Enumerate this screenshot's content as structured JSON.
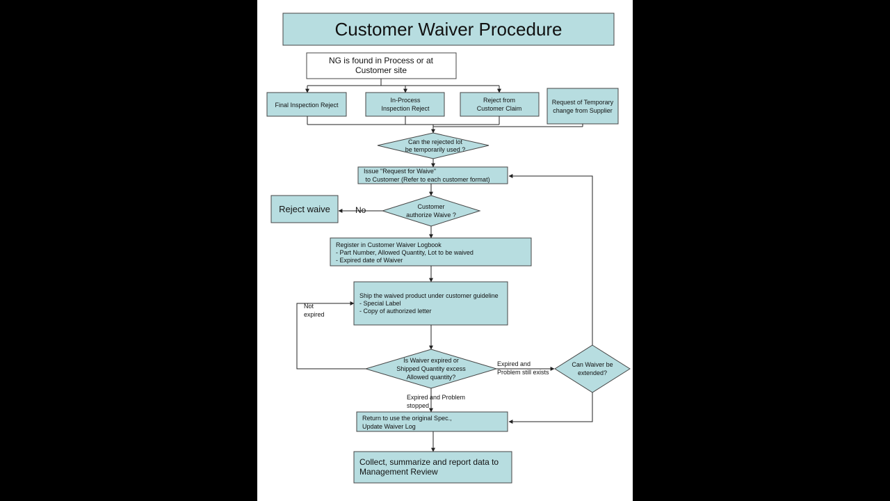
{
  "title": "Customer Waiver Procedure",
  "nodes": {
    "start": [
      "NG is found in Process or at",
      "Customer site"
    ],
    "final_inspection": [
      "Final Inspection Reject"
    ],
    "in_process": [
      "In-Process",
      "Inspection Reject"
    ],
    "customer_claim": [
      "Reject from",
      "Customer Claim"
    ],
    "temporary_change": [
      "Request of Temporary",
      "change from Supplier"
    ],
    "can_use": [
      "Can the rejected lot",
      "be temporarily used ?"
    ],
    "issue_request": [
      "Issue \"Request for Waive\"",
      " to Customer (Refer to each customer format)"
    ],
    "authorize": [
      "Customer",
      "authorize Waive ?"
    ],
    "reject_waive": [
      "Reject waive"
    ],
    "register": [
      "Register in Customer Waiver Logbook",
      "- Part Number, Allowed Quantity, Lot to be waived",
      "- Expired date of Waiver"
    ],
    "ship": [
      "Ship the waived product under customer guideline",
      "- Special Label",
      "- Copy of authorized letter"
    ],
    "expired_check": [
      "Is Waiver expired or",
      "Shipped Quantity excess",
      "Allowed quantity?"
    ],
    "extended": [
      "Can Waiver be",
      "extended?"
    ],
    "return_spec": [
      "Return to use the original Spec.,",
      "Update Waiver Log"
    ],
    "collect": [
      "Collect, summarize and report data to",
      "Management Review"
    ]
  },
  "labels": {
    "no": [
      "No"
    ],
    "not_expired": [
      "Not",
      "expired"
    ],
    "expired_exists": [
      "Expired and",
      "Problem still exists"
    ],
    "expired_stopped": [
      "Expired and Problem",
      "stopped"
    ]
  }
}
